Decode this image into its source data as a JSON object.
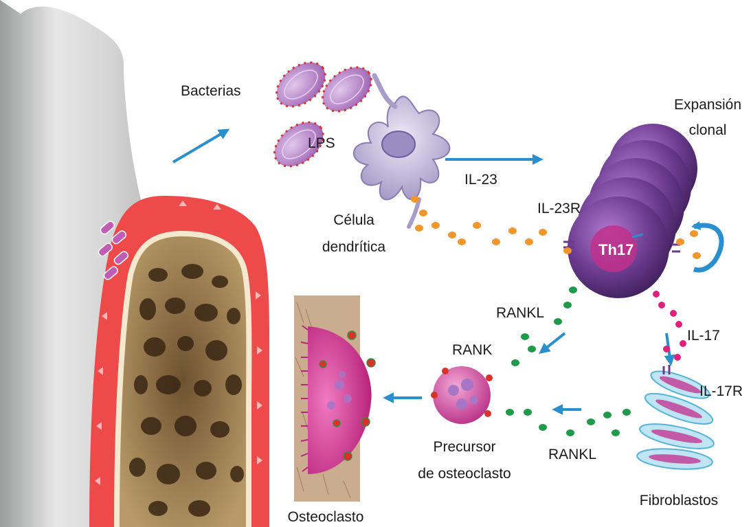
{
  "labels": {
    "bacterias": "Bacterias",
    "lps": "LPS",
    "il23": "IL-23",
    "celula_1": "Célula",
    "celula_2": "dendrítica",
    "il23r": "IL-23R",
    "expansion_1": "Expansión",
    "expansion_2": "clonal",
    "th17": "Th17",
    "rankl_top": "RANKL",
    "rank": "RANK",
    "il17": "IL-17",
    "il17r": "IL-17R",
    "precursor_1": "Precursor",
    "precursor_2": "de osteoclasto",
    "rankl_bottom": "RANKL",
    "osteoclasto": "Osteoclasto",
    "fibroblastos": "Fibroblastos"
  },
  "colors": {
    "arrow": "#2a8fcf",
    "il23_dots": "#f0962a",
    "rankl_dots": "#1e9a4a",
    "il17_dots": "#e0207a",
    "gingiva": "#ef4a4a",
    "bone": "#8a6a3c",
    "tooth": "#d8d9d8",
    "th17": "#7a3f9a",
    "bacteria": "#b07ac0",
    "dendritic": "#c9c0dd",
    "osteoclast": "#d0459a"
  }
}
